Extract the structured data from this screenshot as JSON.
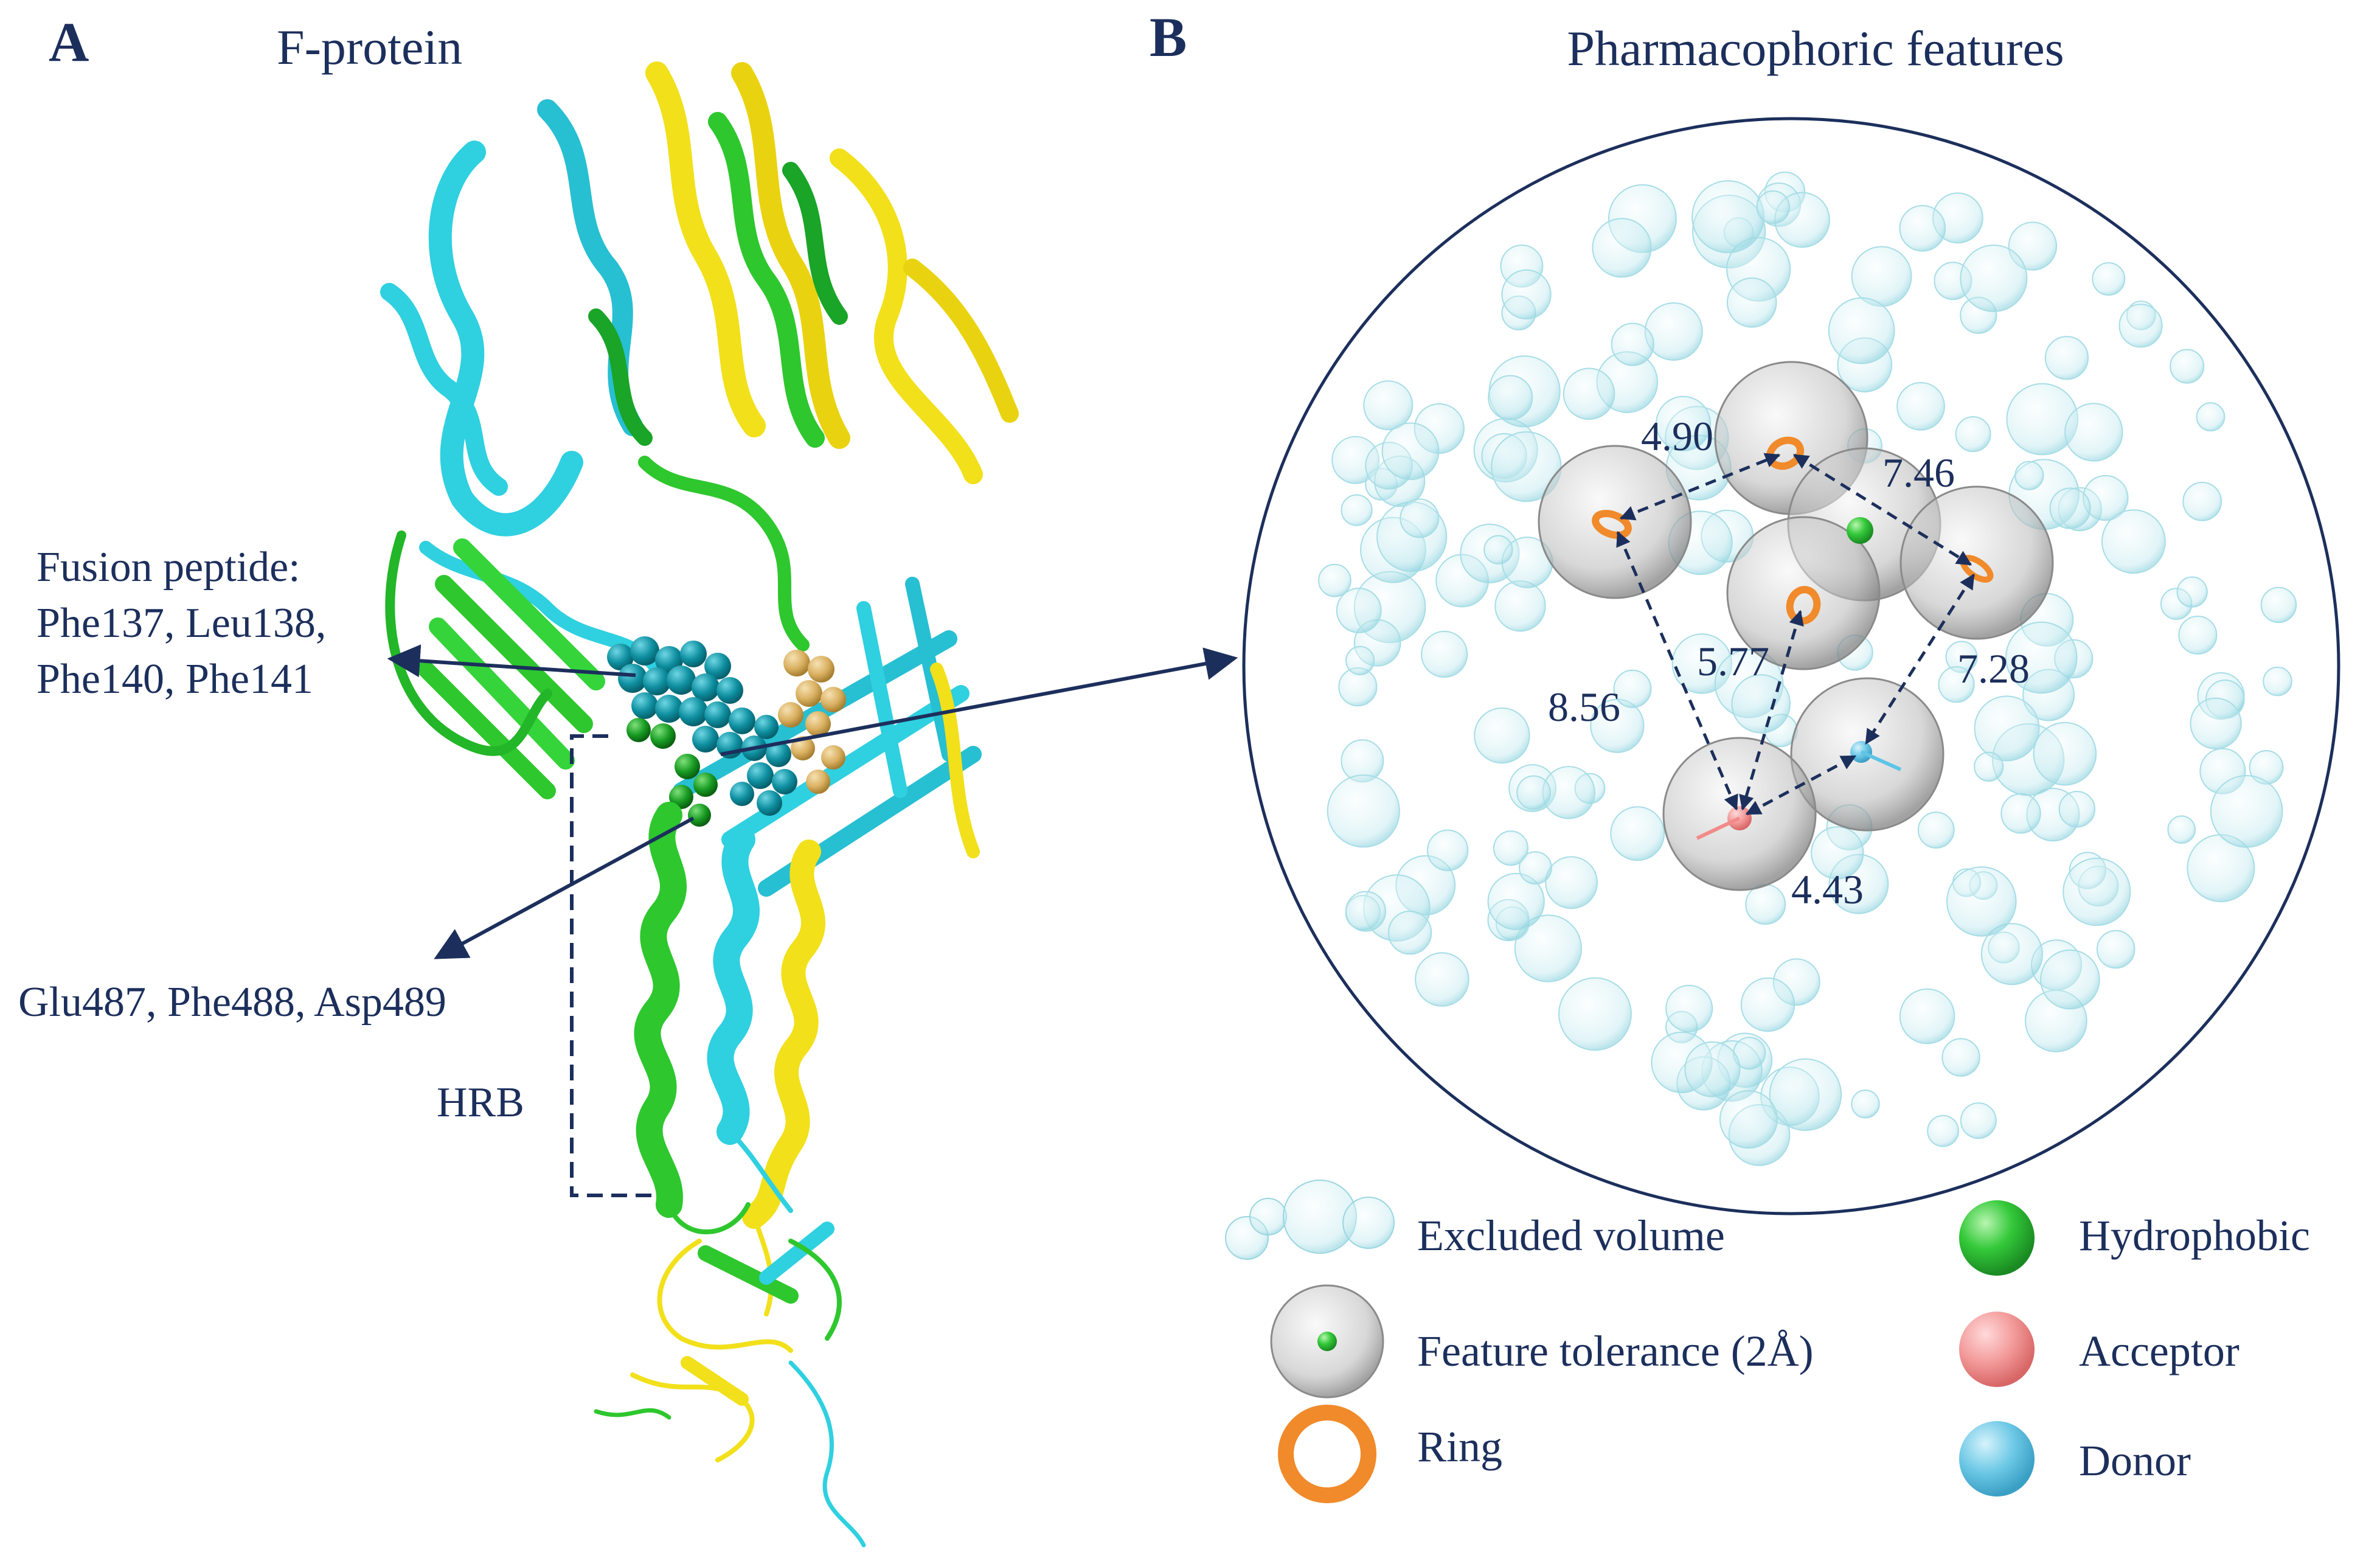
{
  "panel_a": {
    "letter": "A",
    "title": "F-protein",
    "fusion_peptide": {
      "line1": "Fusion peptide:",
      "line2": "Phe137, Leu138,",
      "line3": "Phe140, Phe141"
    },
    "glu_label": "Glu487, Phe488, Asp489",
    "hrb_label": "HRB",
    "chain_colors": {
      "chain_a": "#2fd0e0",
      "chain_b": "#f2e01a",
      "chain_c": "#2ec72e",
      "residue_spheres": "#0e8fa0",
      "residue_gold": "#d9b060"
    }
  },
  "panel_b": {
    "letter": "B",
    "title": "Pharmacophoric features",
    "distances": {
      "d1": "4.90",
      "d2": "7.46",
      "d3": "5.77",
      "d4": "7.28",
      "d5": "8.56",
      "d6": "4.43"
    },
    "legend": {
      "excluded_volume": "Excluded volume",
      "feature_tolerance": "Feature tolerance (2Å)",
      "ring": "Ring",
      "hydrophobic": "Hydrophobic",
      "acceptor": "Acceptor",
      "donor": "Donor"
    },
    "colors": {
      "excluded_volume": "#bfe8ee",
      "tolerance": "#9a9a9a",
      "ring": "#f08a2a",
      "hydrophobic": "#27c23a",
      "acceptor": "#f28a8a",
      "donor": "#5fc4e6",
      "text": "#1c2f5c"
    }
  }
}
